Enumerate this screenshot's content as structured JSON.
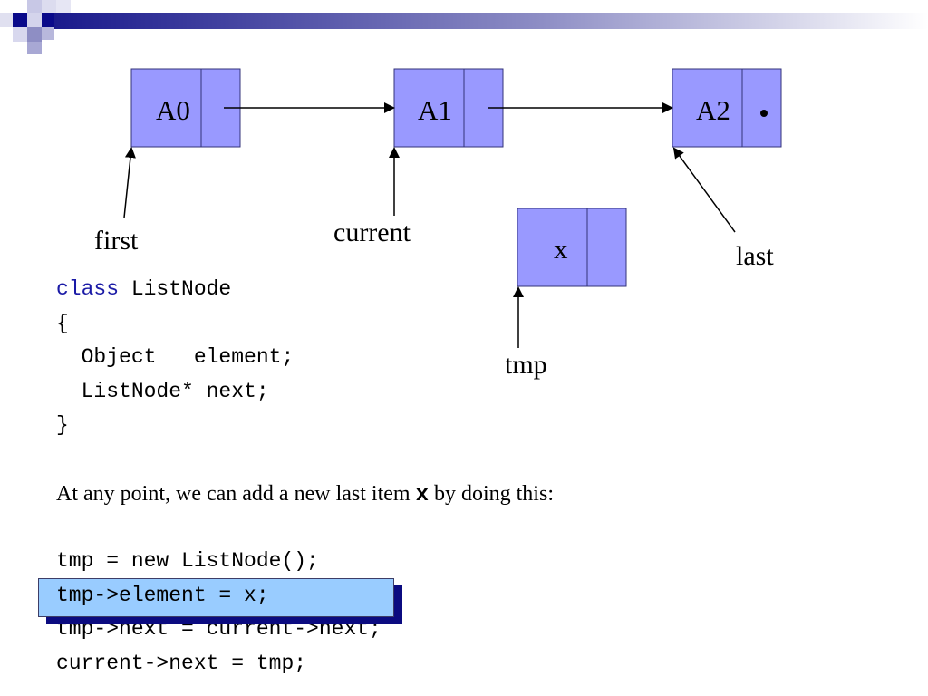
{
  "colors": {
    "node_fill": "#9999ff",
    "node_stroke": "#33337a",
    "highlight_fill": "#99ccff",
    "highlight_shadow": "#0b0b80",
    "keyword": "#1a1aa6"
  },
  "nodes": [
    {
      "label": "A0"
    },
    {
      "label": "A1"
    },
    {
      "label": "A2"
    },
    {
      "label": "x"
    }
  ],
  "pointers": {
    "first": "first",
    "current": "current",
    "last": "last",
    "tmp": "tmp"
  },
  "class_code": {
    "keyword": "class",
    "name": " ListNode",
    "open_brace": "{",
    "line1": "  Object   element;",
    "line2": "  ListNode* next;",
    "close_brace": "}"
  },
  "prose": {
    "before": "At any point, we can add a new last item ",
    "var": "x",
    "after": " by doing this:"
  },
  "steps": [
    "tmp = new ListNode();",
    "tmp->element = x;",
    "tmp->next = current->next;",
    "current->next = tmp;"
  ]
}
